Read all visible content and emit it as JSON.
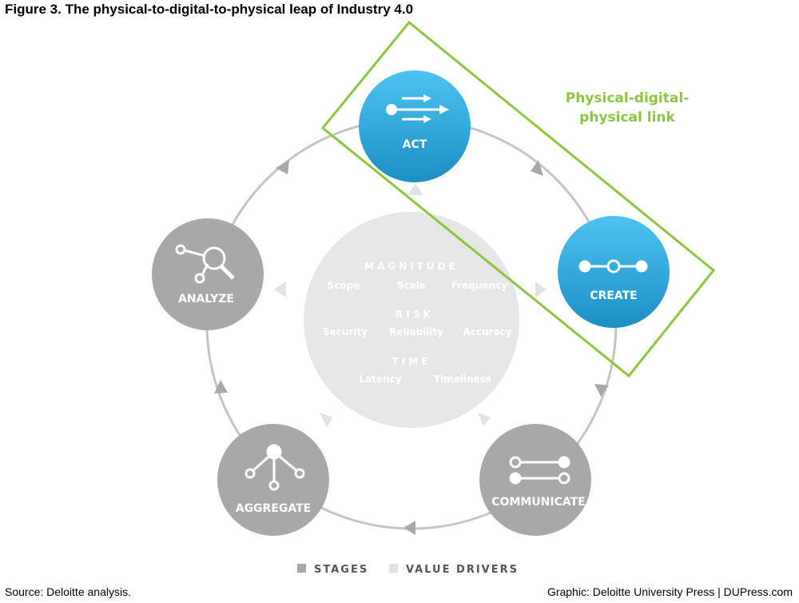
{
  "title": "Figure 3. The physical-to-digital-to-physical leap of Industry 4.0",
  "link_label": [
    "Physical-digital-",
    "physical link"
  ],
  "stages": {
    "act": "ACT",
    "create": "CREATE",
    "communicate": "COMMUNICATE",
    "aggregate": "AGGREGATE",
    "analyze": "ANALYZE"
  },
  "drivers": {
    "magnitude": {
      "heading": "MAGNITUDE",
      "items": [
        "Scope",
        "Scale",
        "Frequency"
      ]
    },
    "risk": {
      "heading": "RISK",
      "items": [
        "Security",
        "Reliability",
        "Accuracy"
      ]
    },
    "time": {
      "heading": "TIME",
      "items": [
        "Latency",
        "Timeliness"
      ]
    }
  },
  "legend": {
    "stages": "STAGES",
    "value_drivers": "VALUE DRIVERS"
  },
  "source": "Source: Deloitte analysis.",
  "credit": "Graphic: Deloitte University Press  |  DUPress.com",
  "colors": {
    "blue": "#2ea8de",
    "gray": "#a8a8a8",
    "light": "#e6e6e7",
    "green": "#8cc63f"
  }
}
